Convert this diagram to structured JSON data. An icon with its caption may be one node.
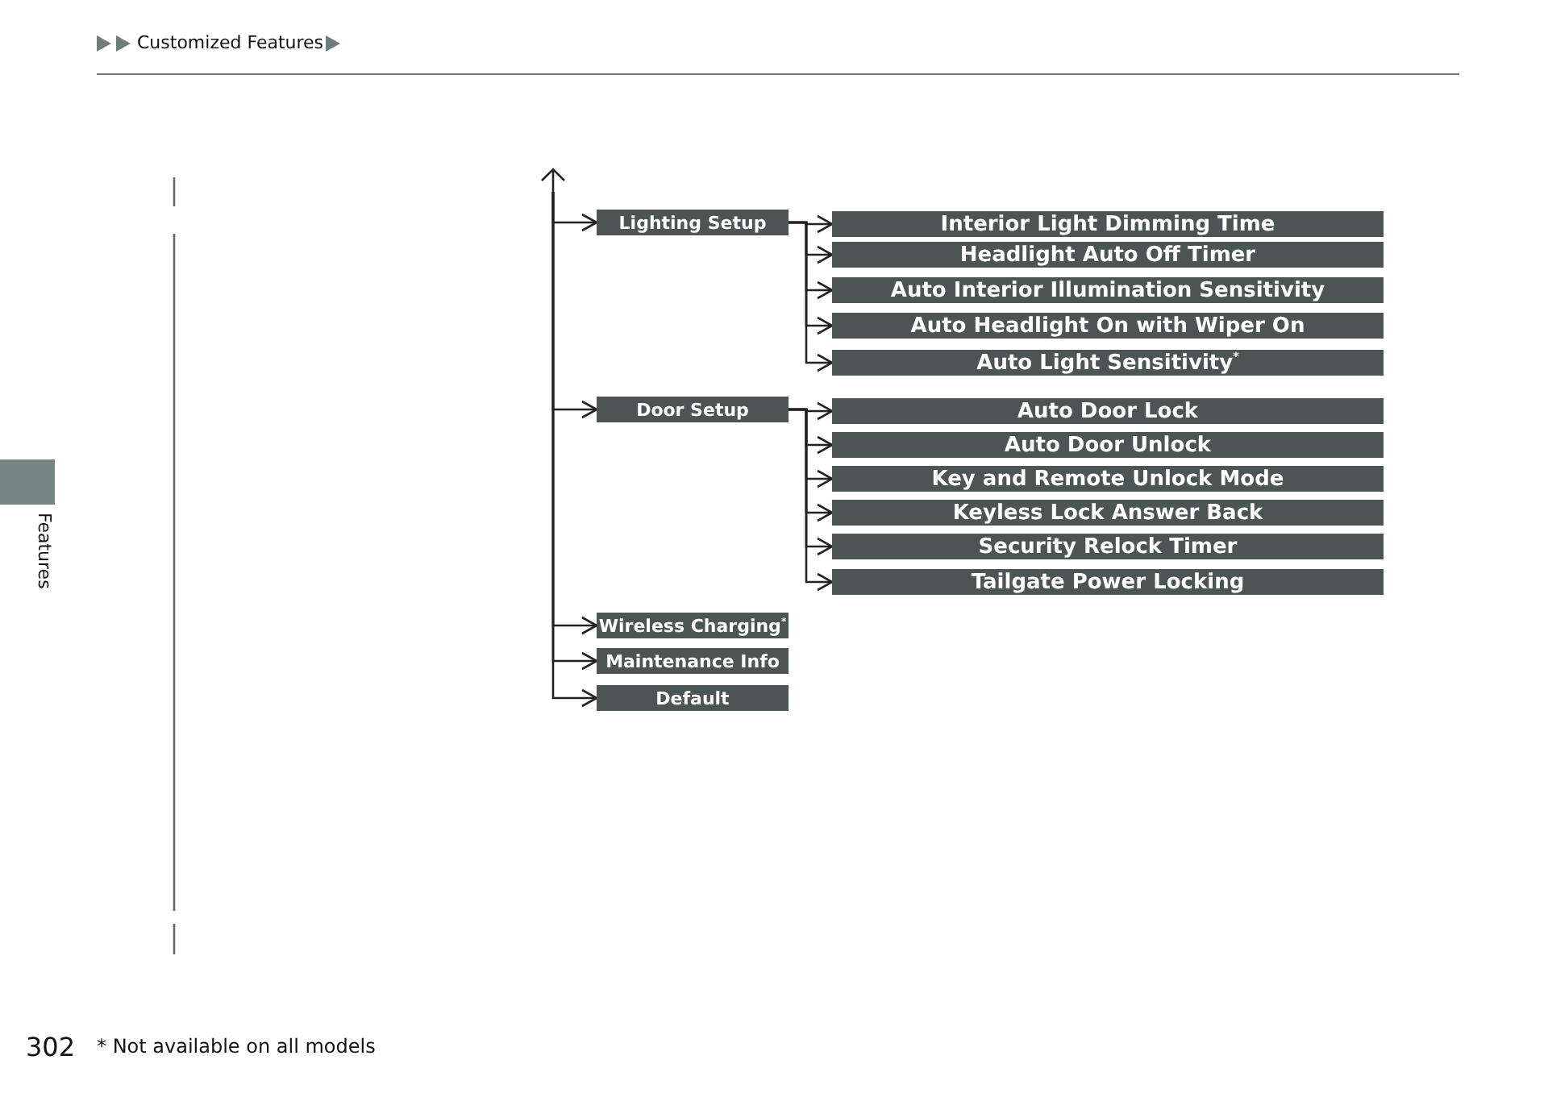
{
  "diagram": {
    "nodes": [
      {
        "text": [
          "Lighting Setup"
        ]
      },
      {
        "text": [
          "Interior Light Dimming Time"
        ]
      },
      {
        "text": [
          "Headlight Auto Off Timer"
        ]
      },
      {
        "text": [
          "Auto Interior Illumination Sensitivity"
        ]
      },
      {
        "text": [
          "Auto Headlight On with Wiper On"
        ]
      },
      {
        "text": [
          "Auto Light Sensitivity$^{*}$"
        ]
      },
      {
        "text": [
          "Door Setup"
        ]
      },
      {
        "text": [
          "Auto Door Lock"
        ]
      },
      {
        "text": [
          "Auto Door Unlock"
        ]
      },
      {
        "text": [
          "Key and Remote Unlock Mode"
        ]
      },
      {
        "text": [
          "Keyless Lock Answer Back"
        ]
      },
      {
        "text": [
          "Security Relock Timer"
        ]
      },
      {
        "text": [
          "Tailgate Power Locking"
        ]
      },
      {
        "text": [
          "Wireless Charging$^{*}$"
        ]
      },
      {
        "text": [
          "Maintenance Info"
        ]
      },
      {
        "text": [
          "Default"
        ]
      }
    ],
    "edges": [
      {
        "from": null,
        "to": 0,
        "arrow": "to"
      },
      {
        "from": 0,
        "to": 1,
        "arrow": "to"
      },
      {
        "from": 0,
        "to": 2,
        "arrow": "to"
      },
      {
        "from": 0,
        "to": 3,
        "arrow": "to"
      },
      {
        "from": 0,
        "to": 4,
        "arrow": "to"
      },
      {
        "from": 0,
        "to": 5,
        "arrow": "to"
      },
      {
        "from": null,
        "to": 6,
        "arrow": "to"
      },
      {
        "from": 6,
        "to": 7,
        "arrow": "to"
      },
      {
        "from": 6,
        "to": 8,
        "arrow": "to"
      },
      {
        "from": 6,
        "to": 9,
        "arrow": "to"
      },
      {
        "from": 6,
        "to": 10,
        "arrow": "to"
      },
      {
        "from": 6,
        "to": 11,
        "arrow": "to"
      },
      {
        "from": 6,
        "to": 12,
        "arrow": "to"
      },
      {
        "from": null,
        "to": 13,
        "arrow": "to"
      },
      {
        "from": null,
        "to": 14,
        "arrow": "to"
      },
      {
        "from": null,
        "to": 15,
        "arrow": "to"
      }
    ],
    "labels": [
      "Customized Features",
      "Features",
      "302",
      "* Not available on all models"
    ]
  }
}
